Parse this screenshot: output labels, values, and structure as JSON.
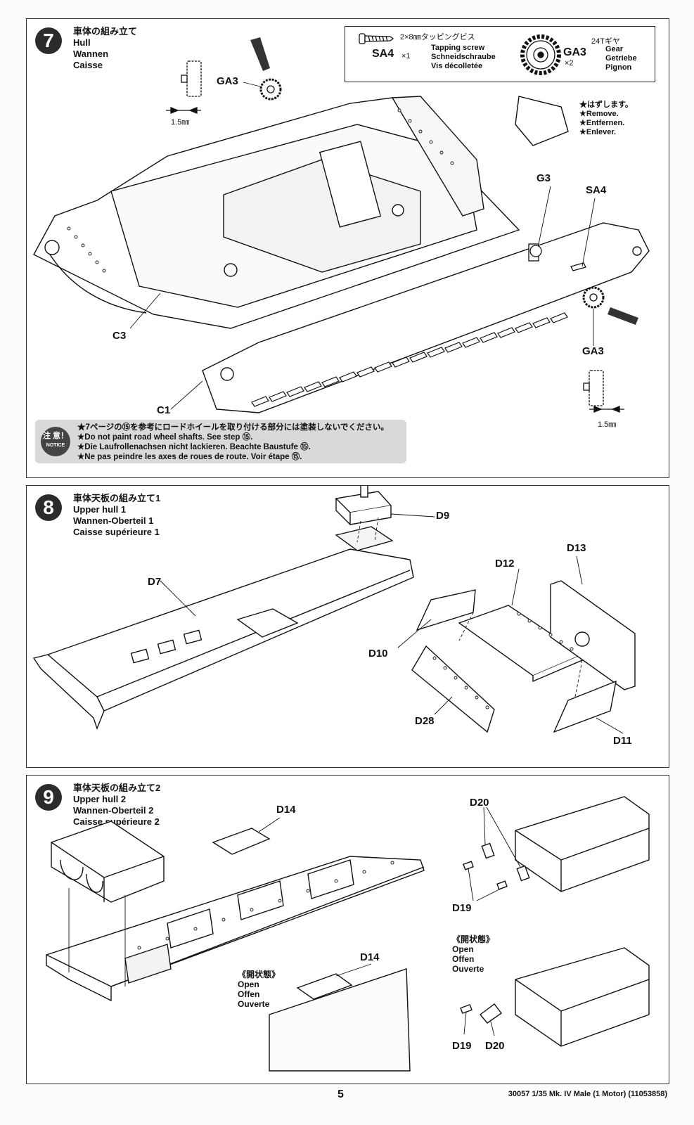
{
  "step7": {
    "number": "7",
    "title_ja": "車体の組み立て",
    "title_en": "Hull",
    "title_de": "Wannen",
    "title_fr": "Caisse",
    "legend": {
      "screw_size": "2×8㎜タッピングビス",
      "screw_code": "SA4",
      "screw_qty": "×1",
      "screw_en": "Tapping screw",
      "screw_de": "Schneidschraube",
      "screw_fr": "Vis décolletée",
      "gear_size": "24Tギヤ",
      "gear_code": "GA3",
      "gear_qty": "×2",
      "gear_en": "Gear",
      "gear_de": "Getriebe",
      "gear_fr": "Pignon"
    },
    "remove_ja": "★はずします。",
    "remove_en": "★Remove.",
    "remove_de": "★Entfernen.",
    "remove_fr": "★Enlever.",
    "labels": {
      "ga3_top": "GA3",
      "ga3_bottom": "GA3",
      "g3": "G3",
      "sa4": "SA4",
      "c3": "C3",
      "c1": "C1",
      "dim_top": "1.5㎜",
      "dim_bottom": "1.5㎜"
    },
    "notice": {
      "badge_ja": "注 意！",
      "badge_en": "NOTICE",
      "ja": "★7ページの⑮を参考にロードホイールを取り付ける部分には塗装しないでください。",
      "en": "★Do not paint road wheel shafts. See step ⑮.",
      "de": "★Die Laufrollenachsen nicht lackieren. Beachte Baustufe ⑮.",
      "fr": "★Ne pas peindre les axes de roues de route. Voir étape ⑮."
    }
  },
  "step8": {
    "number": "8",
    "title_ja": "車体天板の組み立て1",
    "title_en": "Upper hull 1",
    "title_de": "Wannen-Oberteil 1",
    "title_fr": "Caisse supérieure 1",
    "labels": {
      "d9": "D9",
      "d7": "D7",
      "d12": "D12",
      "d13": "D13",
      "d10": "D10",
      "d28": "D28",
      "d11": "D11"
    }
  },
  "step9": {
    "number": "9",
    "title_ja": "車体天板の組み立て2",
    "title_en": "Upper hull 2",
    "title_de": "Wannen-Oberteil 2",
    "title_fr": "Caisse supérieure 2",
    "labels": {
      "d14_top": "D14",
      "d14_bottom": "D14",
      "d20_top": "D20",
      "d19_top": "D19",
      "d19_bottom": "D19",
      "d20_bottom": "D20"
    },
    "open_left": {
      "ja": "《開状態》",
      "en": "Open",
      "de": "Offen",
      "fr": "Ouverte"
    },
    "open_right": {
      "ja": "《開状態》",
      "en": "Open",
      "de": "Offen",
      "fr": "Ouverte"
    }
  },
  "footer": {
    "page": "5",
    "code": "30057  1/35 Mk. IV Male (1 Motor) (11053858)"
  }
}
